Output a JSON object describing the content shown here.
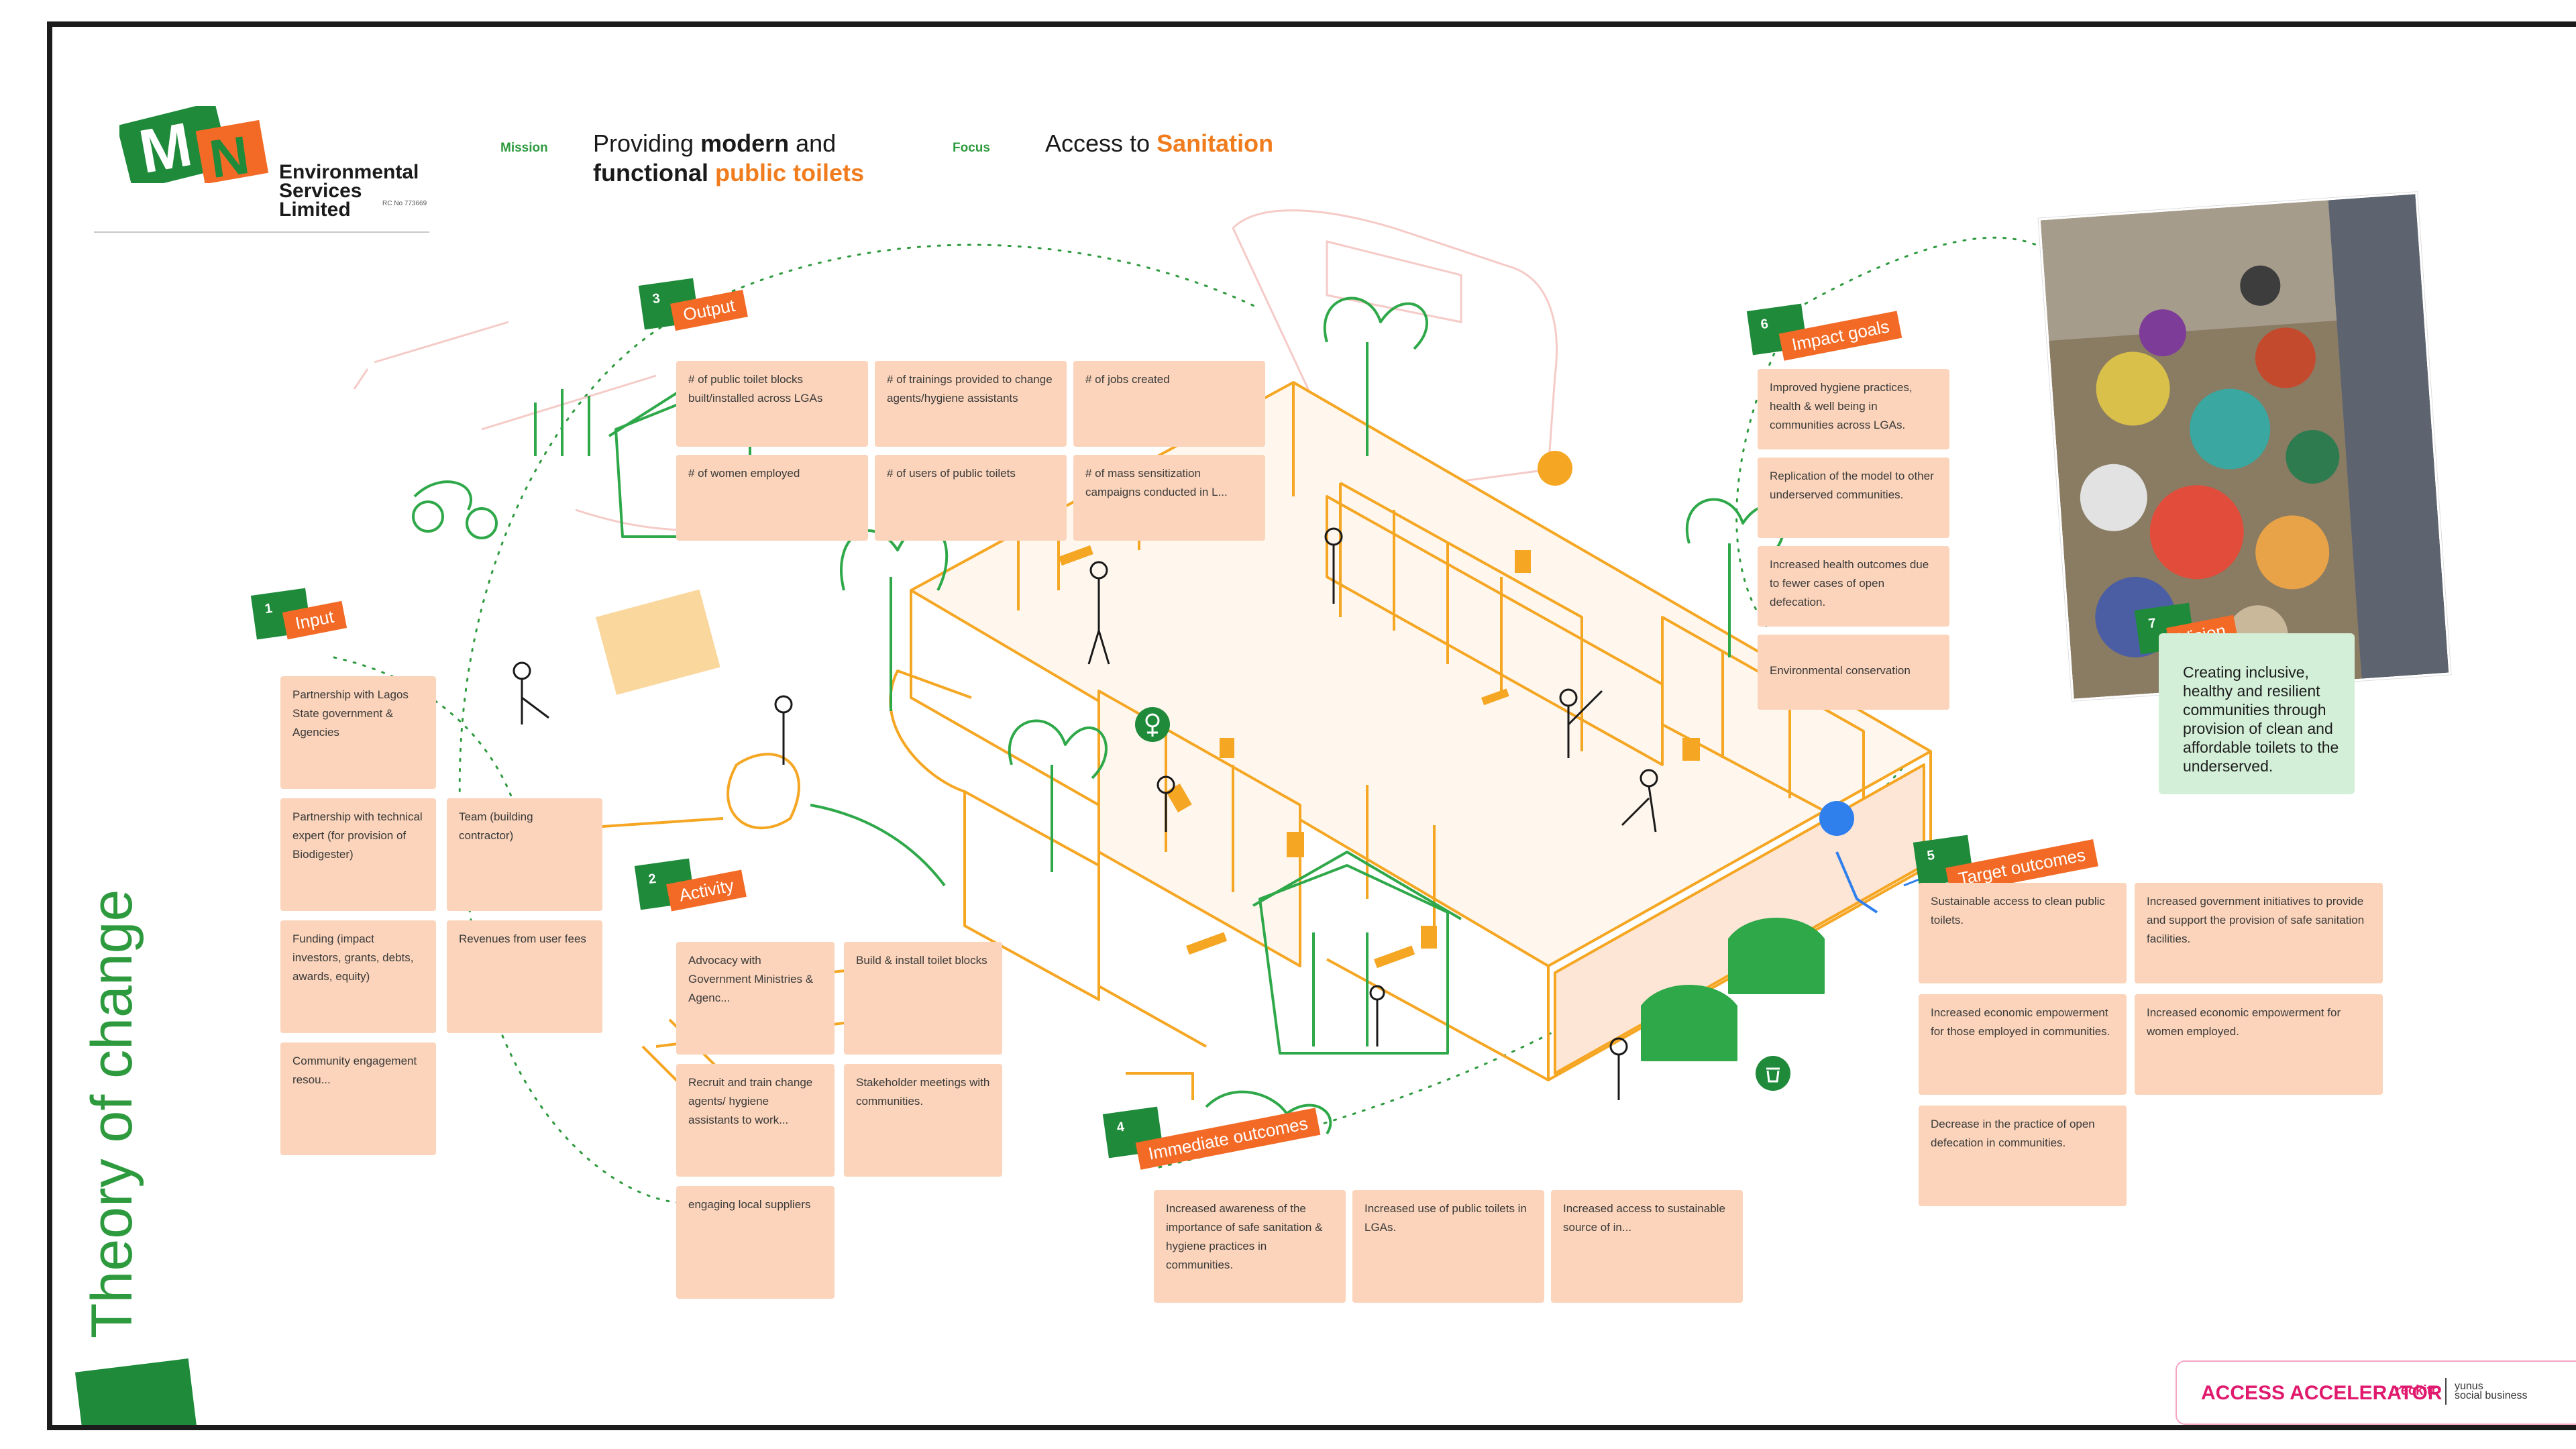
{
  "header": {
    "company_name": "Environmental\nServices\nLimited",
    "company_reg": "RC No 773669",
    "mission_label": "Mission",
    "mission_line1_a": "Providing ",
    "mission_line1_b": "modern",
    "mission_line1_c": " and",
    "mission_line2_a": "functional",
    "mission_line2_b": " public toilets",
    "focus_label": "Focus",
    "focus_a": "Access to ",
    "focus_b": "Sanitation"
  },
  "page_title": "Theory of change",
  "sections": {
    "input": {
      "num": "1",
      "name": "Input",
      "items": [
        "Partnership with Lagos State government & Agencies",
        "Partnership with technical expert (for provision of Biodigester)",
        "Team (building contractor)",
        "Funding (impact investors, grants, debts, awards, equity)",
        "Revenues from user fees",
        "Community engagement resou..."
      ]
    },
    "activity": {
      "num": "2",
      "name": "Activity",
      "items": [
        "Advocacy with Government Ministries & Agenc...",
        "Build & install toilet blocks",
        "Recruit and train change agents/ hygiene assistants to work...",
        "Stakeholder meetings with communities.",
        "engaging local suppliers"
      ]
    },
    "output": {
      "num": "3",
      "name": "Output",
      "items": [
        "# of public toilet blocks built/installed across LGAs",
        "# of trainings provided to change agents/hygiene assistants",
        "# of jobs created",
        "# of women employed",
        "# of users of public toilets",
        "# of mass sensitization campaigns conducted in L..."
      ]
    },
    "immediate": {
      "num": "4",
      "name": "Immediate outcomes",
      "items": [
        "Increased awareness of the importance of safe sanitation & hygiene practices in communities.",
        "Increased use of public toilets in LGAs.",
        "Increased access to sustainable source of in..."
      ]
    },
    "target": {
      "num": "5",
      "name": "Target outcomes",
      "items": [
        "Sustainable access to clean public toilets.",
        "Increased government initiatives to provide and support the provision of safe sanitation facilities.",
        "Increased economic empowerment for those employed in communities.",
        "Increased economic empowerment for women employed.",
        "Decrease in the practice of open defecation in communities."
      ]
    },
    "impact": {
      "num": "6",
      "name": "Impact goals",
      "items": [
        "Improved hygiene practices, health & well being in communities across LGAs.",
        "Replication of the model to other underserved communities.",
        "Increased health outcomes due to fewer cases of open defecation.",
        "Environmental conservation"
      ]
    },
    "vision": {
      "num": "7",
      "name": "Vision",
      "text": "Creating inclusive, healthy and resilient communities through provision of clean and affordable toilets to the underserved."
    }
  },
  "footer": {
    "accelerator": "ACCESS ACCELERATOR",
    "reckitt": "reckitt",
    "yunus": "yunus\nsocial business"
  },
  "colors": {
    "green": "#1e8a3a",
    "orange": "#f26a26",
    "box": "#fbd4bb",
    "vision": "#d3efd8",
    "sketch_orange": "#f5a623",
    "sketch_green": "#2fa84a"
  }
}
